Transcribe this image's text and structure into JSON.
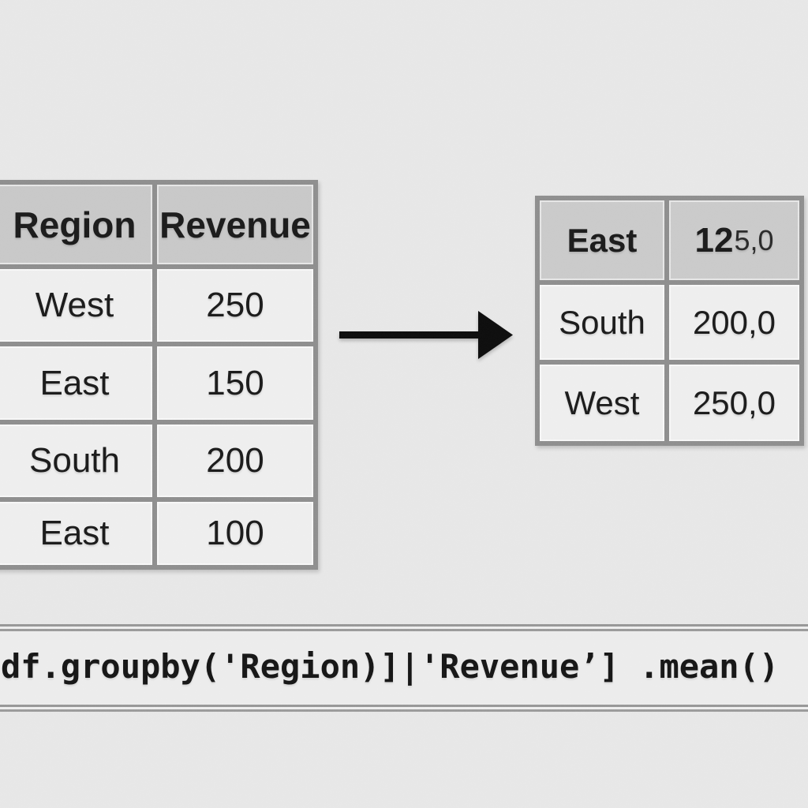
{
  "colors": {
    "page_bg": "#e8e8e8",
    "band_bg": "#ededed",
    "header_bg": "#c9c9c9",
    "cell_bg": "#efefef",
    "border": "#8f8f8f",
    "rule": "#9a9a9a",
    "text": "#1b1b1b",
    "arrow": "#0d0d0d"
  },
  "left_table": {
    "columns": {
      "region": "Region",
      "revenue": "Revenue"
    },
    "rows": [
      {
        "region": "West",
        "revenue": "250"
      },
      {
        "region": "East",
        "revenue": "150"
      },
      {
        "region": "South",
        "revenue": "200"
      },
      {
        "region": "East",
        "revenue": "100"
      }
    ]
  },
  "result_table": {
    "header_row": {
      "region": "East",
      "value_bold": "12",
      "value_small": "5,0"
    },
    "rows": [
      {
        "region": "South",
        "value": "200,0"
      },
      {
        "region": "West",
        "value": "250,0"
      }
    ]
  },
  "code": {
    "text": "df.groupby('Region)]|'Revenue’] .mean()"
  }
}
